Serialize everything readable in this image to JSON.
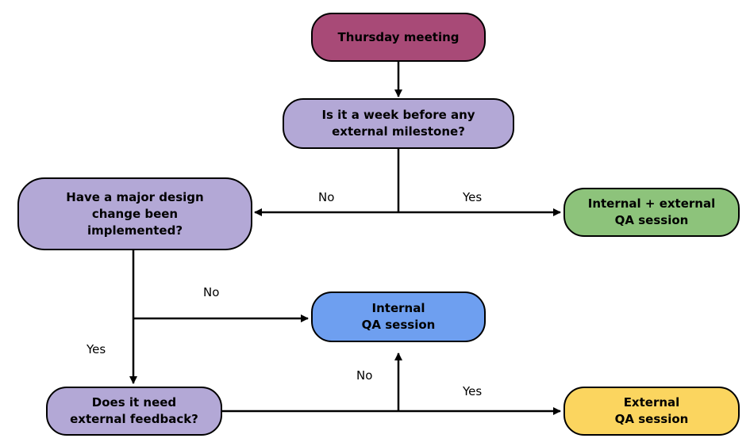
{
  "colors": {
    "start": "#a84a77",
    "decision": "#b3a8d6",
    "internal_external": "#8dc37b",
    "internal": "#6e9ff0",
    "external": "#fbd55f",
    "line": "#000000"
  },
  "nodes": {
    "start": "Thursday meeting",
    "q_milestone": "Is it a week before any\nexternal milestone?",
    "q_design_change": "Have a major design\nchange been\nimplemented?",
    "q_external_feedback": "Does it need\nexternal feedback?",
    "out_internal_external": "Internal + external\nQA session",
    "out_internal": "Internal\nQA session",
    "out_external": "External\nQA session"
  },
  "edges": {
    "milestone_no": "No",
    "milestone_yes": "Yes",
    "design_no": "No",
    "design_yes": "Yes",
    "feedback_no": "No",
    "feedback_yes": "Yes"
  }
}
